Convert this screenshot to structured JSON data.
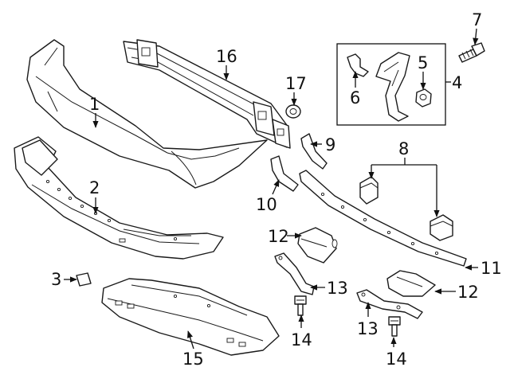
{
  "diagram": {
    "callouts": [
      {
        "id": "c1",
        "label": "1"
      },
      {
        "id": "c2",
        "label": "2"
      },
      {
        "id": "c3",
        "label": "3"
      },
      {
        "id": "c4",
        "label": "4"
      },
      {
        "id": "c5",
        "label": "5"
      },
      {
        "id": "c6",
        "label": "6"
      },
      {
        "id": "c7",
        "label": "7"
      },
      {
        "id": "c8",
        "label": "8"
      },
      {
        "id": "c9",
        "label": "9"
      },
      {
        "id": "c10",
        "label": "10"
      },
      {
        "id": "c11",
        "label": "11"
      },
      {
        "id": "c12a",
        "label": "12"
      },
      {
        "id": "c12b",
        "label": "12"
      },
      {
        "id": "c13a",
        "label": "13"
      },
      {
        "id": "c13b",
        "label": "13"
      },
      {
        "id": "c14a",
        "label": "14"
      },
      {
        "id": "c14b",
        "label": "14"
      },
      {
        "id": "c15",
        "label": "15"
      },
      {
        "id": "c16",
        "label": "16"
      },
      {
        "id": "c17",
        "label": "17"
      }
    ]
  }
}
